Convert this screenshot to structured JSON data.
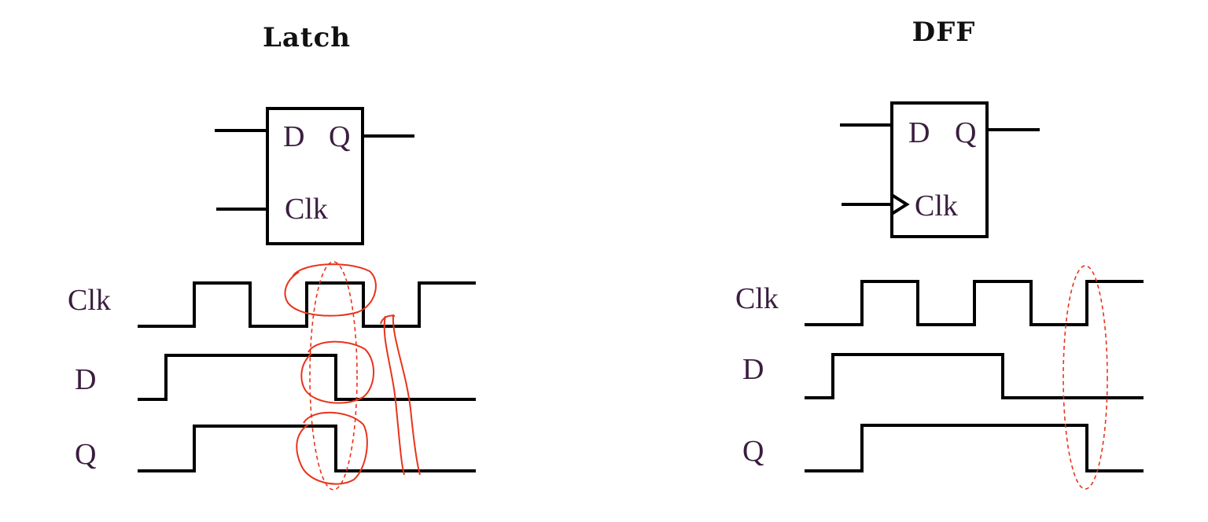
{
  "panels": {
    "latch": {
      "title": "Latch",
      "pins": {
        "d": "D",
        "q": "Q",
        "clk": "Clk"
      },
      "signals": {
        "clk": "Clk",
        "d": "D",
        "q": "Q"
      }
    },
    "dff": {
      "title": "DFF",
      "pins": {
        "d": "D",
        "q": "Q",
        "clk": "Clk"
      },
      "signals": {
        "clk": "Clk",
        "d": "D",
        "q": "Q"
      }
    }
  },
  "colors": {
    "label": "#3a1d3f",
    "line": "#000000",
    "annotation": "#e8341c"
  }
}
